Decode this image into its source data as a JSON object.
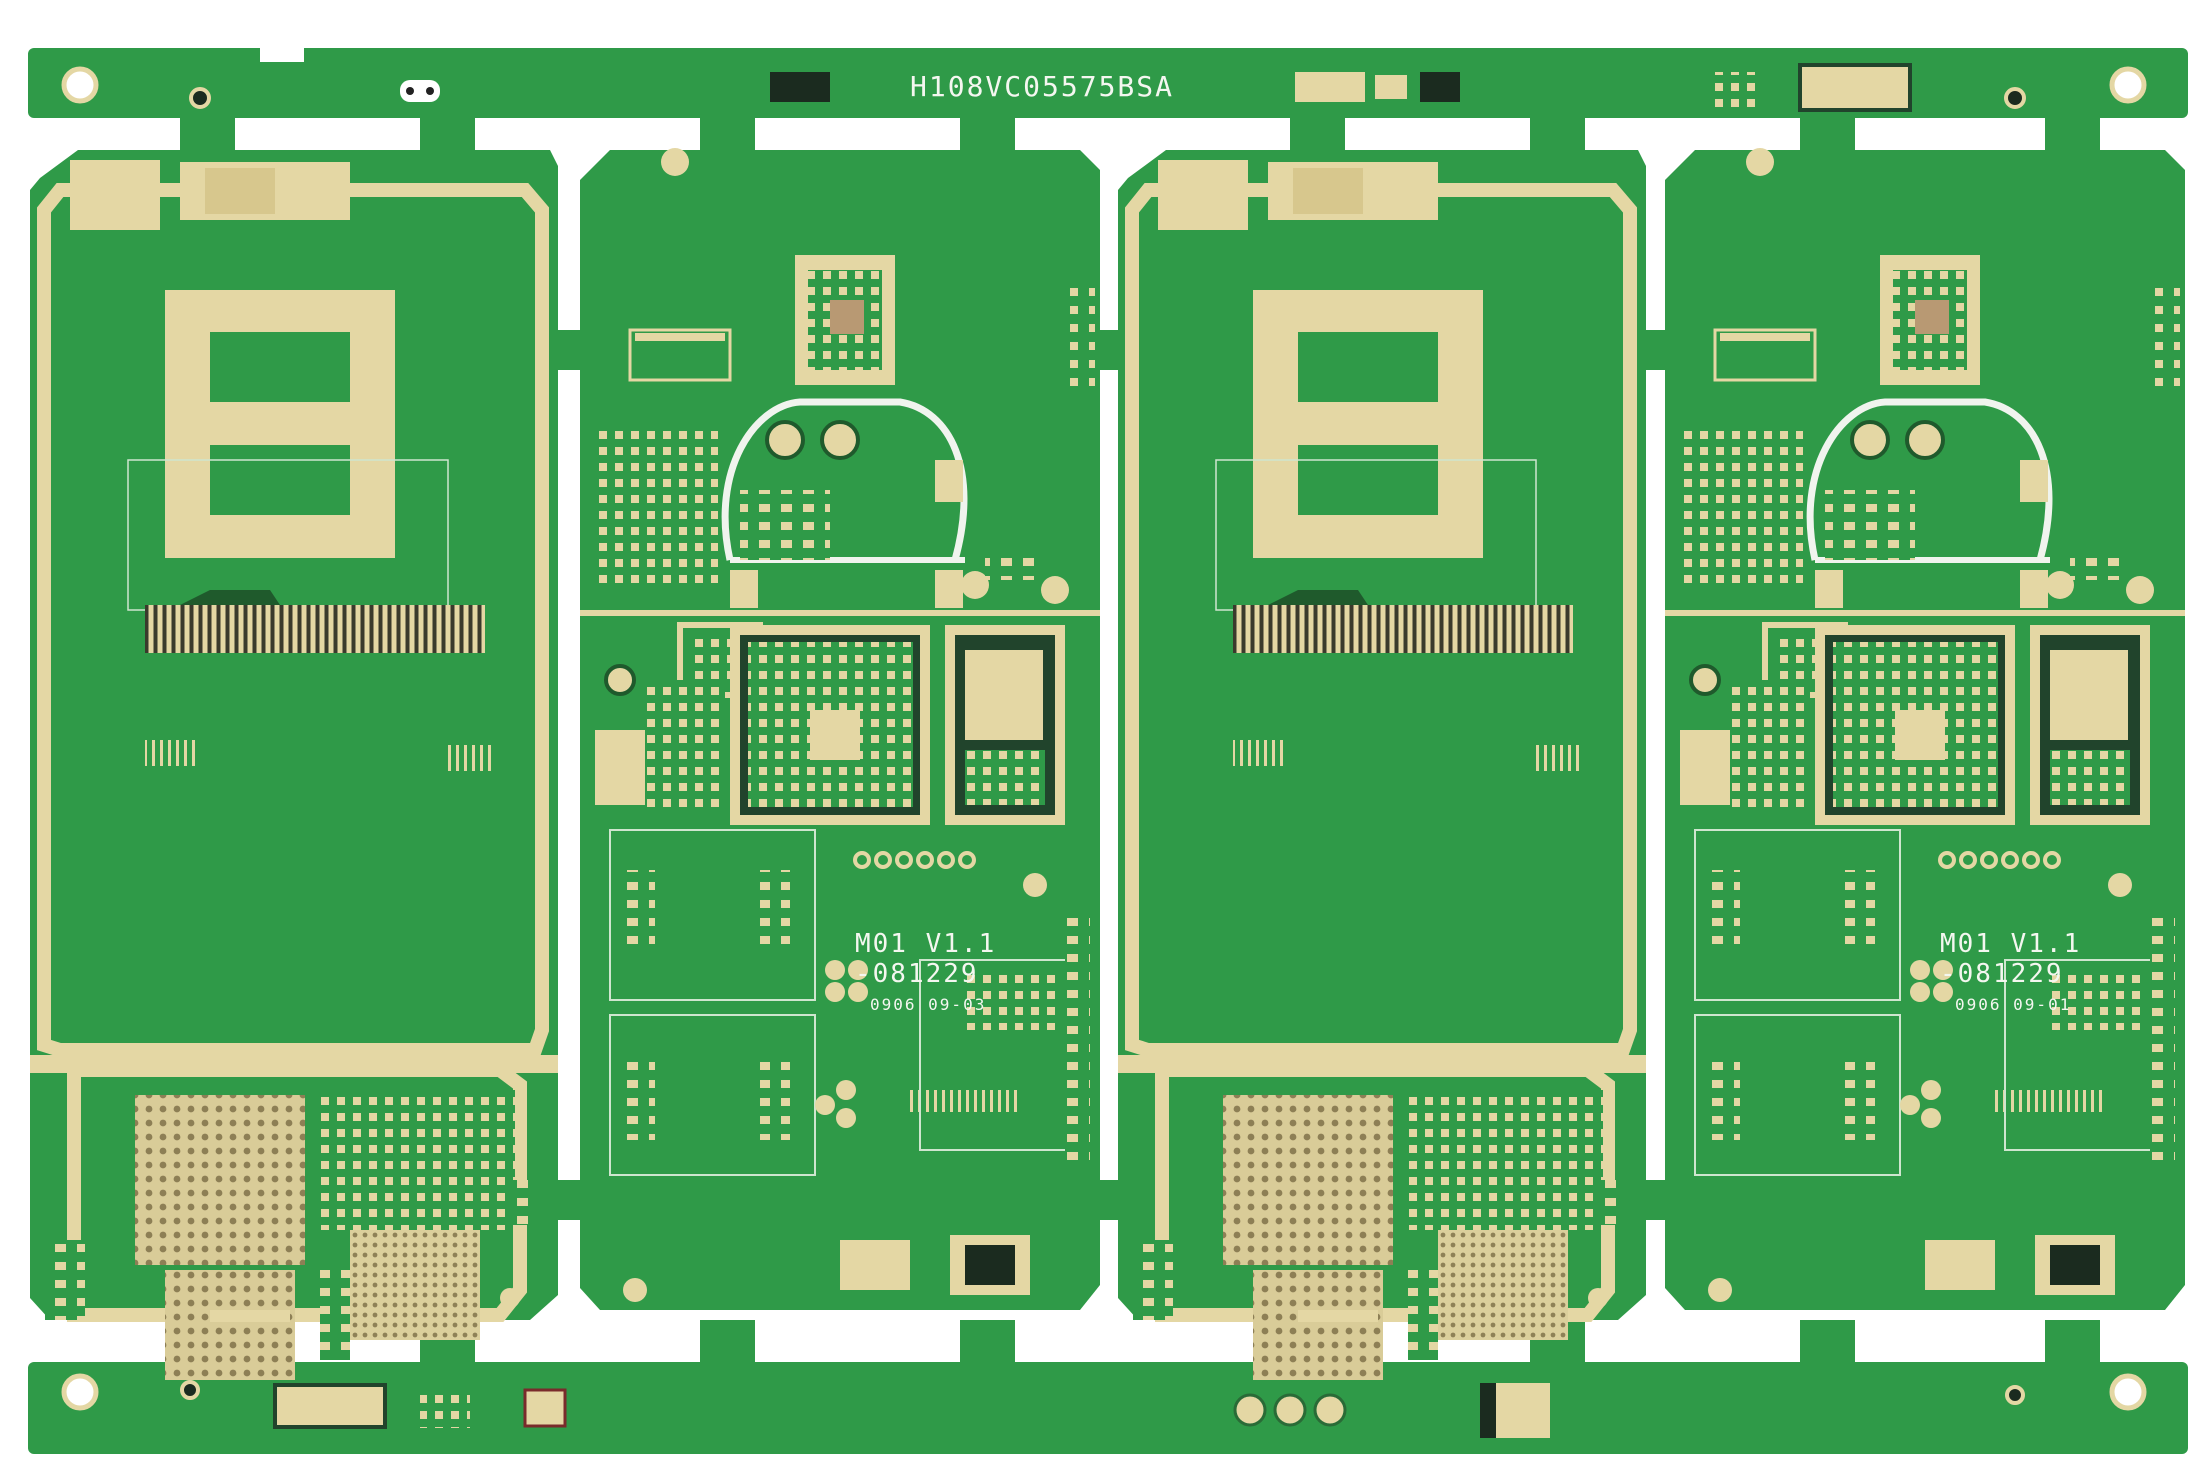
{
  "panel": {
    "part_number": "H108VC05575BSA"
  },
  "boards": [
    {
      "marking": "M01 V1.1",
      "date_code": "-081229",
      "lot": "0906 09-03"
    },
    {
      "marking": "M01 V1.1",
      "date_code": "-081229",
      "lot": "0906 09-01"
    }
  ],
  "colors": {
    "soldermask": "#2f9a48",
    "soldermask_dark": "#27823c",
    "copper_gold": "#e4d7a4",
    "gold_shadow": "#c9b57a",
    "silkscreen": "#f4f7f0",
    "hole": "#ffffff"
  }
}
